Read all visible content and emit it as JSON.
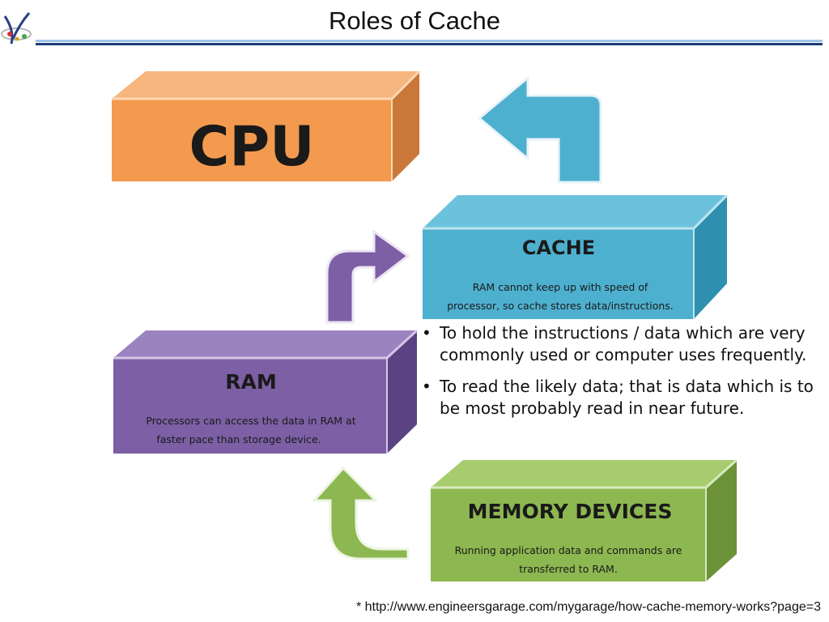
{
  "slide": {
    "title": "Roles of Cache",
    "footnote": "* http://www.engineersgarage.com/mygarage/how-cache-memory-works?page=3"
  },
  "colors": {
    "cpu": "#f39a4e",
    "cache": "#4eb0cf",
    "ram": "#7c5fa4",
    "memory": "#8db750",
    "rule_dark": "#1f3b79",
    "rule_light": "#9fc3e8"
  },
  "icons": [
    "logo-icon",
    "arrow-up-left-icon",
    "arrow-up-right-icon",
    "arrow-up-left-icon"
  ],
  "diagram": {
    "cpu": {
      "title": "CPU"
    },
    "cache": {
      "title": "CACHE",
      "desc_line1": "RAM cannot keep up with speed  of",
      "desc_line2": "processor, so cache stores data/instructions."
    },
    "ram": {
      "title": "RAM",
      "desc_line1": "Processors can access the data in RAM at",
      "desc_line2": "faster pace than storage device."
    },
    "memory": {
      "title": "MEMORY DEVICES",
      "desc_line1": "Running application data and commands are",
      "desc_line2": "transferred to RAM."
    }
  },
  "bullets": [
    "To hold the instructions / data which are very commonly used or computer uses frequently.",
    "To read the likely data; that is data which is to be most probably read in near future."
  ]
}
